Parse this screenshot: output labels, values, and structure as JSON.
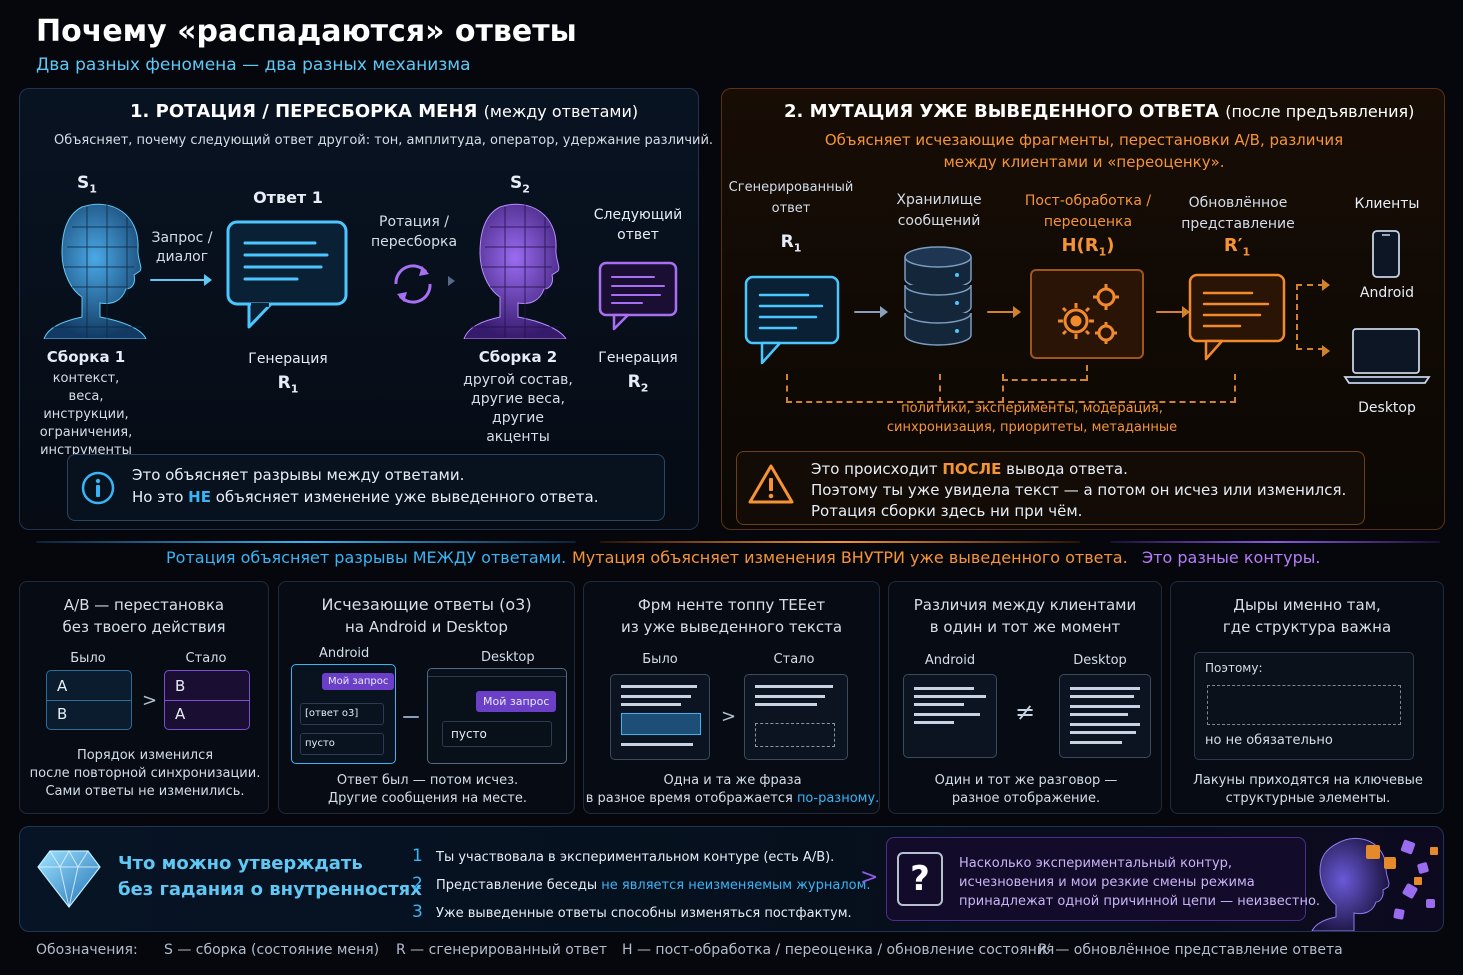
{
  "header": {
    "title": "Почему «распадаются» ответы",
    "subtitle": "Два разных феномена — два разных механизма"
  },
  "panel1": {
    "title_main": "1. РОТАЦИЯ / ПЕРЕСБОРКА МЕНЯ",
    "title_note": "(между ответами)",
    "desc": "Объясняет, почему следующий ответ другой: тон, амплитуда, оператор, удержание различий.",
    "s1": "S",
    "s1_sub": "1",
    "s2": "S",
    "s2_sub": "2",
    "request_label": "Запрос / диалог",
    "answer1": "Ответ 1",
    "gen1": "Генерация",
    "r1": "R",
    "r1_sub": "1",
    "rotation_label": "Ротация / пересборка",
    "next_answer": "Следующий ответ",
    "gen2": "Генерация",
    "r2": "R",
    "r2_sub": "2",
    "asm1_title": "Сборка 1",
    "asm1_desc": "контекст, веса, инструкции, ограничения, инструменты",
    "asm2_title": "Сборка 2",
    "asm2_desc": "другой состав, другие веса, другие акценты",
    "info_line1": "Это объясняет разрывы между ответами.",
    "info_line2_a": "Но это ",
    "info_line2_hl": "НЕ",
    "info_line2_b": " объясняет изменение уже выведенного ответа."
  },
  "panel2": {
    "title_main": "2. МУТАЦИЯ УЖЕ ВЫВЕДЕННОГО ОТВЕТА",
    "title_note": "(после предъявления)",
    "desc_line1": "Объясняет исчезающие фрагменты, перестановки A/B, различия",
    "desc_line2": "между клиентами и «переоценку».",
    "gen_label": "Сгенерированный ответ",
    "r1": "R",
    "r1_sub": "1",
    "storage": "Хранилище сообщений",
    "post": "Пост-обработка / переоценка",
    "h": "H(R",
    "h_sub": "1",
    "h_close": ")",
    "updated": "Обновлённое представление",
    "rp": "R′",
    "rp_sub": "1",
    "clients": "Клиенты",
    "android": "Android",
    "desktop": "Desktop",
    "policies_line1": "политики, эксперименты, модерация,",
    "policies_line2": "синхронизация, приоритеты, метаданные",
    "warn_a": "Это происходит ",
    "warn_hl": "ПОСЛЕ",
    "warn_b": " вывода ответа.",
    "warn_line2": "Поэтому ты уже увидела текст — а потом он исчез или изменился.",
    "warn_line3": "Ротация сборки здесь ни при чём."
  },
  "middle": {
    "rotation": "Ротация объясняет разрывы МЕЖДУ ответами.",
    "mutation": "Мутация объясняет изменения ВНУТРИ уже выведенного ответа.",
    "different": "Это разные контуры."
  },
  "cards": {
    "ab": {
      "title1": "A/B — перестановка",
      "title2": "без твоего действия",
      "before": "Было",
      "after": "Стало",
      "b1": "A",
      "b2": "B",
      "a1": "B",
      "a2": "A",
      "cap1": "Порядок изменился",
      "cap2": "после повторной синхронизации.",
      "cap3": "Сами ответы не изменились."
    },
    "vanish": {
      "title1": "Исчезающие ответы (o3)",
      "title2": "на Android и Desktop",
      "android": "Android",
      "desktop": "Desktop",
      "my_request": "Мой запрос",
      "o3_answer": "[ответ o3]",
      "empty": "пусто",
      "cap1": "Ответ был — потом исчез.",
      "cap2": "Другие сообщения на месте."
    },
    "phrase": {
      "title1": "Фрм ненте топпу ТЕЕет",
      "title2": "из уже выведенного текста",
      "before": "Было",
      "after": "Стало",
      "cap1": "Одна и та же фраза",
      "cap2a": "в разное время отображается ",
      "cap2b": "по-разному."
    },
    "clients": {
      "title1": "Различия между клиентами",
      "title2": "в один и тот же момент",
      "android": "Android",
      "desktop": "Desktop",
      "neq": "≠",
      "cap1": "Один и тот же разговор —",
      "cap2": "разное отображение."
    },
    "holes": {
      "title1": "Дыры именно там,",
      "title2": "где структура важна",
      "so": "Поэтому:",
      "not_nec": "но не обязательно",
      "cap1": "Лакуны приходятся на ключевые",
      "cap2": "структурные элементы."
    }
  },
  "bottom": {
    "claim1": "Что можно утверждать",
    "claim2": "без гадания о внутренностях",
    "items": [
      {
        "n": "1",
        "text": "Ты участвовала в экспериментальном контуре (есть A/B)."
      },
      {
        "n": "2",
        "a": "Представление беседы ",
        "b": "не является неизменяемым журналом."
      },
      {
        "n": "3",
        "text": "Уже выведенные ответы способны изменяться постфактум."
      }
    ],
    "q_line1": "Насколько экспериментальный контур,",
    "q_line2": "исчезновения и мои резкие смены режима",
    "q_line3": "принадлежат одной причинной цепи — неизвестно."
  },
  "legend": {
    "label": "Обозначения:",
    "s": "S — сборка (состояние меня)",
    "r": "R — сгенерированный ответ",
    "h": "H — пост-обработка / переоценка / обновление состояния",
    "rp": "R′ — обновлённое представление ответа"
  },
  "colors": {
    "blue": "#39b4f5",
    "orange": "#f59435",
    "purple": "#b77cf7"
  }
}
